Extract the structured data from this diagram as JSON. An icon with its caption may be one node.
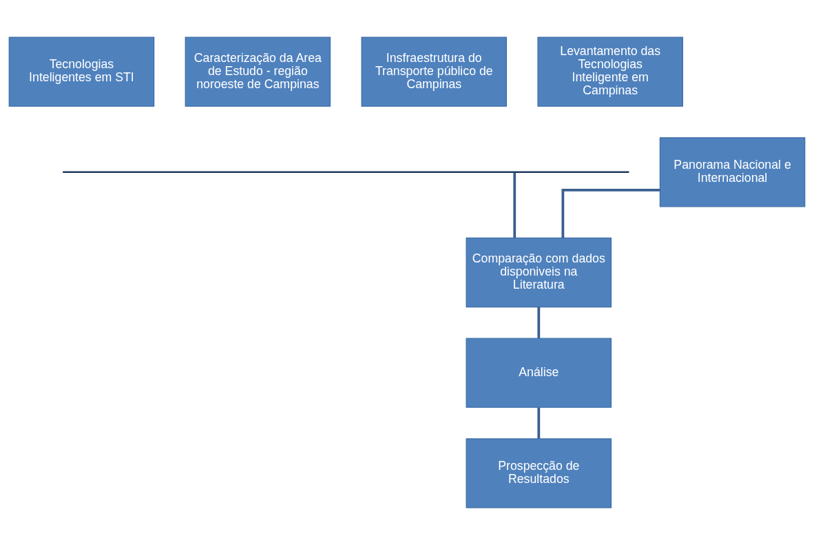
{
  "diagram": {
    "nodes": [
      {
        "text": [
          "Tecnologias Inteligentes em STI"
        ]
      },
      {
        "text": [
          "Caracterização da Area de Estudo - região noroeste de Campinas"
        ]
      },
      {
        "text": [
          "Insfraestrutura do Transporte público de Campinas"
        ]
      },
      {
        "text": [
          "Levantamento das Tecnologias Inteligente em Campinas"
        ]
      },
      {
        "text": [],
        "shape": "bar"
      },
      {
        "text": [
          "Panorama Nacional e Internacional"
        ]
      },
      {
        "text": [
          "Comparação com dados disponiveis na Literatura"
        ]
      },
      {
        "text": [
          "Análise"
        ]
      },
      {
        "text": [
          "Prospecção de Resultados"
        ]
      }
    ],
    "edges": [
      {
        "from": 4,
        "to": 6,
        "arrow": "none"
      },
      {
        "from": 5,
        "to": 6,
        "arrow": "none"
      },
      {
        "from": 6,
        "to": 7,
        "arrow": "none"
      },
      {
        "from": 7,
        "to": 8,
        "arrow": "none"
      }
    ]
  }
}
